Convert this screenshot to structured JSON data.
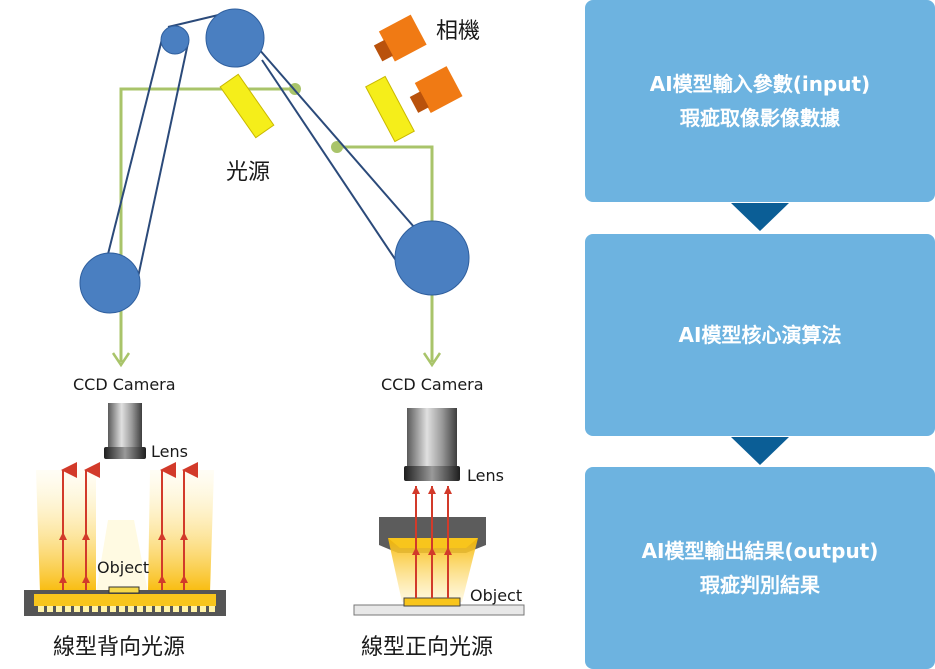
{
  "diagram": {
    "labels": {
      "camera": "相機",
      "light_source": "光源",
      "ccd_camera_left": "CCD Camera",
      "ccd_camera_right": "CCD Camera",
      "lens_left": "Lens",
      "lens_right": "Lens",
      "object_left": "Object",
      "object_right": "Object",
      "backlight_title": "線型背向光源",
      "frontlight_title": "線型正向光源"
    },
    "colors": {
      "roller": "#4a7fc1",
      "roller_stroke": "#2f5f9e",
      "web_line": "#2b4a7a",
      "green_line": "#a9c46a",
      "light_bar": "#f5ee1a",
      "camera_body": "#f07a14",
      "camera_lens": "#b9520c",
      "glow": "#f8c51c",
      "ray": "#d23a2a"
    }
  },
  "flow": {
    "steps": [
      {
        "line1": "AI模型輸入參數(input)",
        "line2": "瑕疵取像影像數據"
      },
      {
        "line1": "AI模型核心演算法",
        "line2": ""
      },
      {
        "line1": "AI模型輸出結果(output)",
        "line2": "瑕疵判別結果"
      }
    ],
    "colors": {
      "box": "#6db3e0",
      "arrow": "#0b5e96",
      "text": "#ffffff"
    }
  }
}
